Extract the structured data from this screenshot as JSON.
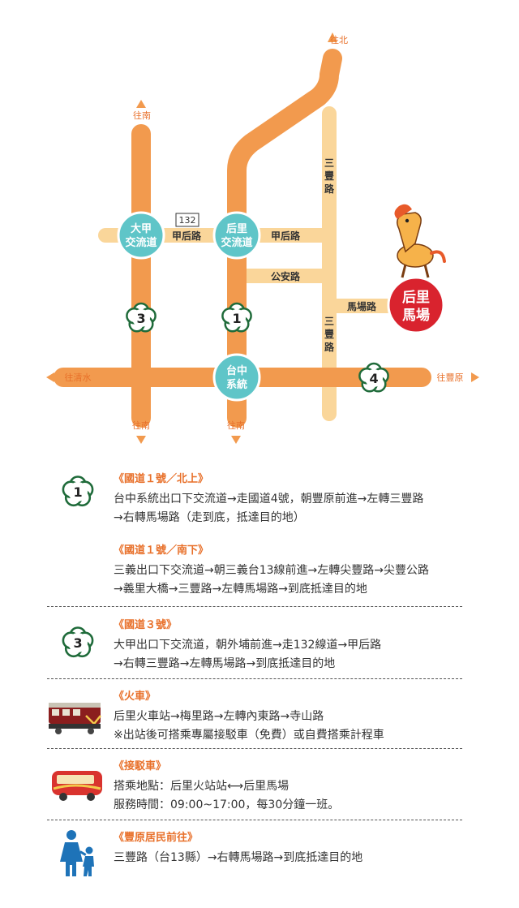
{
  "map": {
    "dir_north": "往北",
    "dir_south": "往南",
    "dir_qingshui": "往清水",
    "dir_fengyuan": "往豐原",
    "route_number": "132",
    "road_jiahou": "甲后路",
    "road_gongan": "公安路",
    "road_machang": "馬場路",
    "road_sanfeng": "三豐路",
    "interchange_dajia": [
      "大甲",
      "交流道"
    ],
    "interchange_houli": [
      "后里",
      "交流道"
    ],
    "interchange_taichung": [
      "台中",
      "系統"
    ],
    "destination": [
      "后里",
      "馬場"
    ],
    "hwy_1": "1",
    "hwy_3": "3",
    "hwy_4": "4",
    "colors": {
      "road_orange": "#f29a4e",
      "road_light": "#fad69a",
      "teal": "#5fc5c8",
      "red": "#d9232e",
      "text": "#555555"
    }
  },
  "sections": [
    {
      "icon": "highway-1-icon",
      "title": "《國道１號／北上》",
      "lines": [
        "台中系統出口下交流道→走國道4號，朝豐原前進→左轉三豐路",
        "→右轉馬場路（走到底，抵達目的地）"
      ]
    },
    {
      "icon": "",
      "title": "《國道１號／南下》",
      "lines": [
        "三義出口下交流道→朝三義台13線前進→左轉尖豐路→尖豐公路",
        "→義里大橋→三豐路→左轉馬場路→到底抵達目的地"
      ]
    },
    {
      "icon": "highway-3-icon",
      "title": "《國道３號》",
      "lines": [
        "大甲出口下交流道，朝外埔前進→走132線道→甲后路",
        "→右轉三豐路→左轉馬場路→到底抵達目的地"
      ]
    },
    {
      "icon": "train-icon",
      "title": "《火車》",
      "lines": [
        "后里火車站→梅里路→左轉內東路→寺山路",
        "※出站後可搭乘專屬接駁車（免費）或自費搭乘計程車"
      ]
    },
    {
      "icon": "bus-icon",
      "title": "《接駁車》",
      "lines": [
        "搭乘地點：后里火站站⟷后里馬場",
        "服務時間：09:00~17:00，每30分鐘一班。"
      ]
    },
    {
      "icon": "pedestrian-icon",
      "title": "《豐原居民前往》",
      "lines": [
        "三豐路（台13縣）→右轉馬場路→到底抵達目的地"
      ]
    }
  ]
}
